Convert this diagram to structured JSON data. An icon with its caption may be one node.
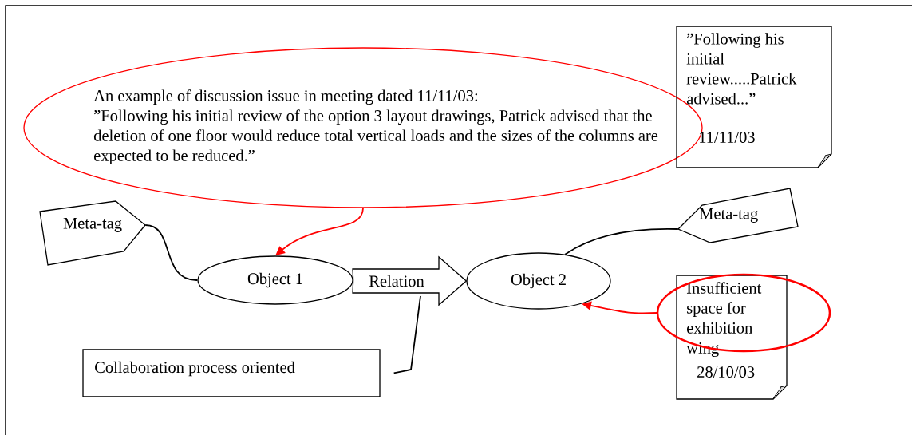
{
  "diagram": {
    "nodes": [
      {
        "text": [
          "An example of discussion issue in meeting dated 11/11/03:",
          "”Following his initial review of the option 3 layout drawings, Patrick advised that the deletion of one floor would reduce total vertical loads and the sizes of the columns are expected to be reduced.”"
        ]
      },
      {
        "text": [
          "”Following his initial review.....Patrick advised...”",
          "11/11/03"
        ]
      },
      {
        "text": [
          "Meta-tag"
        ]
      },
      {
        "text": [
          "Object 1"
        ]
      },
      {
        "text": [
          "Object 2"
        ]
      },
      {
        "text": [
          "Meta-tag"
        ]
      },
      {
        "text": [
          "Collaboration process oriented"
        ]
      },
      {
        "text": [
          "Insufficient space for exhibition wing",
          "28/10/03"
        ]
      }
    ],
    "edges": [
      {
        "from": 0,
        "to": 3,
        "arrow": "to",
        "color": "#ff0000"
      },
      {
        "from": 2,
        "to": 3,
        "arrow": "none"
      },
      {
        "from": 3,
        "to": 4,
        "arrow": "to",
        "label": "Relation"
      },
      {
        "from": 5,
        "to": 4,
        "arrow": "none"
      },
      {
        "from": 6,
        "to": null,
        "arrow": "none"
      },
      {
        "from": 7,
        "to": 4,
        "arrow": "to",
        "color": "#ff0000"
      }
    ]
  }
}
